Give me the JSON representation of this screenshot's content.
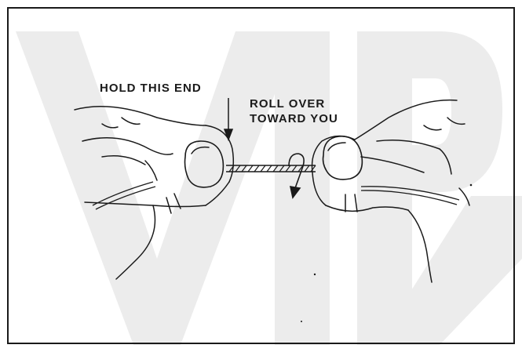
{
  "figure": {
    "hold_label": "HOLD THIS END",
    "roll_label_line1": "ROLL OVER",
    "roll_label_line2": "TOWARD YOU",
    "watermark_text": "VIP",
    "colors": {
      "ink": "#1a1a1a",
      "watermark": "#ececec",
      "paper": "#ffffff"
    },
    "icons": [
      "down-arrow-icon",
      "curved-roll-arrow-icon"
    ]
  }
}
